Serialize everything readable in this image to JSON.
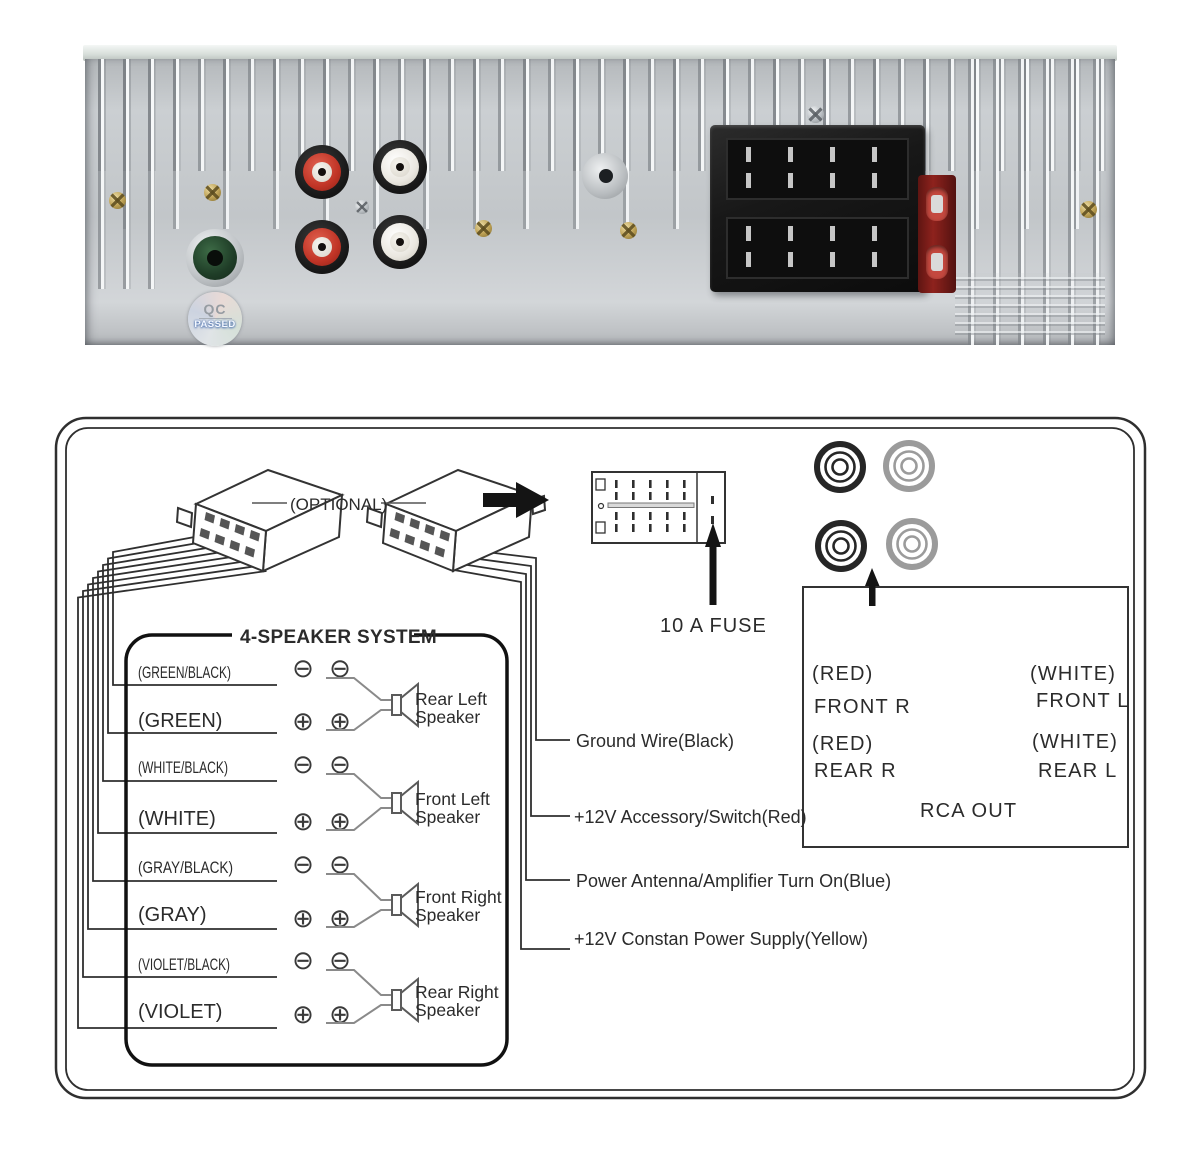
{
  "photo": {
    "qc_sticker": {
      "line1": "QC",
      "line2": "PASSED"
    },
    "colors": {
      "heatsink": "#c6cacd",
      "connector_body": "#1c1c1c",
      "fuse_holder": "#8e221d",
      "rca_red": "#c03426",
      "rca_white": "#eae7e0",
      "jack_green": "#1f3d27"
    }
  },
  "diagram": {
    "optional_label": "(OPTIONAL)",
    "fuse_label": "10 A FUSE",
    "speaker_box_title": "4-SPEAKER SYSTEM",
    "icons": {
      "minus": "⊖",
      "plus": "⊕"
    },
    "wire_labels": [
      "(GREEN/BLACK)",
      "(GREEN)",
      "(WHITE/BLACK)",
      "(WHITE)",
      "(GRAY/BLACK)",
      "(GRAY)",
      "(VIOLET/BLACK)",
      "(VIOLET)"
    ],
    "speakers": [
      {
        "line1": "Rear Left",
        "line2": "Speaker"
      },
      {
        "line1": "Front Left",
        "line2": "Speaker"
      },
      {
        "line1": "Front Right",
        "line2": "Speaker"
      },
      {
        "line1": "Rear Right",
        "line2": "Speaker"
      }
    ],
    "power_wires": [
      "Ground Wire(Black)",
      "+12V Accessory/Switch(Red)",
      "Power Antenna/Amplifier Turn On(Blue)",
      "+12V Constan Power Supply(Yellow)"
    ],
    "rca_out": {
      "title": "RCA OUT",
      "left": [
        {
          "color": "(RED)",
          "channel": "FRONT R"
        },
        {
          "color": "(RED)",
          "channel": "REAR R"
        }
      ],
      "right": [
        {
          "color": "(WHITE)",
          "channel": "FRONT L"
        },
        {
          "color": "(WHITE)",
          "channel": "REAR L"
        }
      ]
    },
    "colors": {
      "line": "#2f2f2f",
      "rca_dark": "#262626",
      "rca_gray": "#9b9b9b"
    }
  }
}
